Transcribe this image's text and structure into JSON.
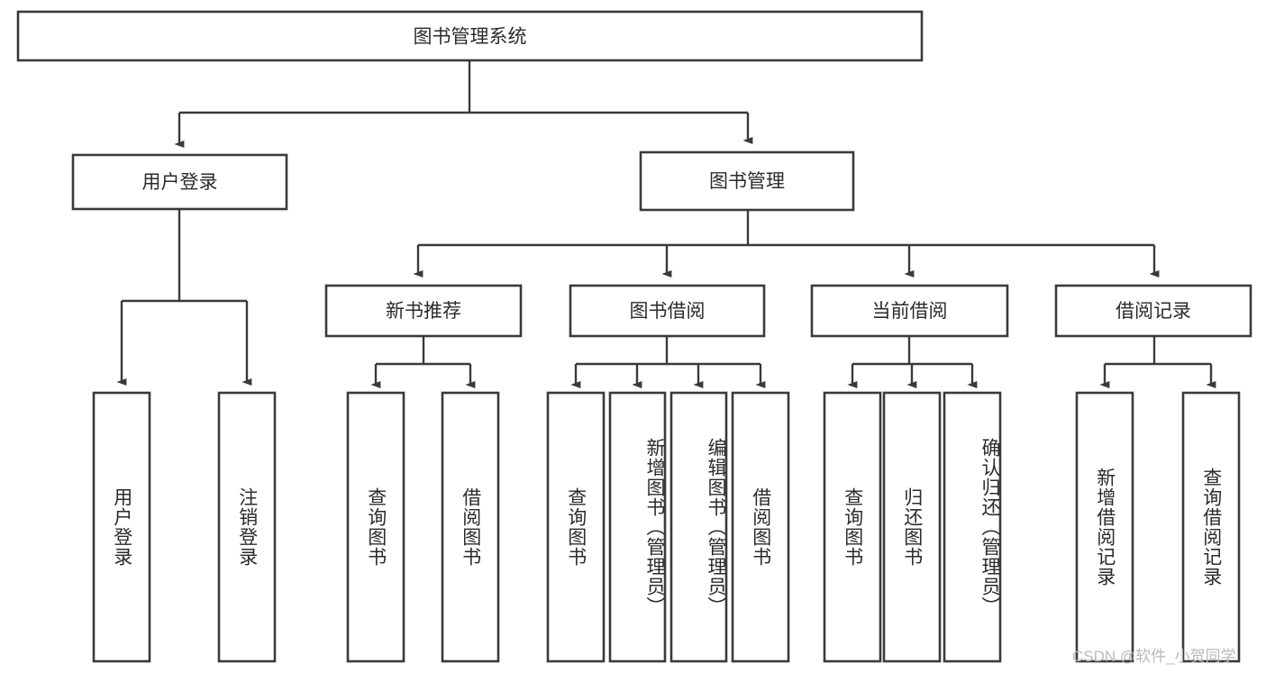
{
  "diagram": {
    "type": "tree-hierarchy",
    "orientation": "top-down",
    "root": {
      "id": "root",
      "label": "图书管理系统"
    },
    "level1": [
      {
        "id": "user-login",
        "label": "用户登录"
      },
      {
        "id": "book-management",
        "label": "图书管理"
      }
    ],
    "level2": [
      {
        "id": "new-book-recommend",
        "label": "新书推荐",
        "parent": "book-management"
      },
      {
        "id": "book-borrow",
        "label": "图书借阅",
        "parent": "book-management"
      },
      {
        "id": "current-borrow",
        "label": "当前借阅",
        "parent": "book-management"
      },
      {
        "id": "borrow-record",
        "label": "借阅记录",
        "parent": "book-management"
      }
    ],
    "leaves": [
      {
        "id": "leaf-user-login",
        "label": "用户登录",
        "parent": "user-login"
      },
      {
        "id": "leaf-logout-login",
        "label": "注销登录",
        "parent": "user-login"
      },
      {
        "id": "leaf-query-book-1",
        "label": "查询图书",
        "parent": "new-book-recommend"
      },
      {
        "id": "leaf-borrow-book-1",
        "label": "借阅图书",
        "parent": "new-book-recommend"
      },
      {
        "id": "leaf-query-book-2",
        "label": "查询图书",
        "parent": "book-borrow"
      },
      {
        "id": "leaf-add-book",
        "label": "新增图书（管理员）",
        "parent": "book-borrow"
      },
      {
        "id": "leaf-edit-book",
        "label": "编辑图书（管理员）",
        "parent": "book-borrow"
      },
      {
        "id": "leaf-borrow-book-2",
        "label": "借阅图书",
        "parent": "book-borrow"
      },
      {
        "id": "leaf-query-book-3",
        "label": "查询图书",
        "parent": "current-borrow"
      },
      {
        "id": "leaf-return-book",
        "label": "归还图书",
        "parent": "current-borrow"
      },
      {
        "id": "leaf-confirm-return",
        "label": "确认归还（管理员）",
        "parent": "current-borrow"
      },
      {
        "id": "leaf-add-record",
        "label": "新增借阅记录",
        "parent": "borrow-record"
      },
      {
        "id": "leaf-query-record",
        "label": "查询借阅记录",
        "parent": "borrow-record"
      }
    ]
  },
  "watermark": {
    "text": "CSDN @软件_小贺同学"
  },
  "colors": {
    "background": "#ffffff",
    "box_fill": "#ffffff",
    "box_stroke": "#3a3a3a",
    "text": "#2b2b2b",
    "watermark": "#b9b9b9"
  }
}
